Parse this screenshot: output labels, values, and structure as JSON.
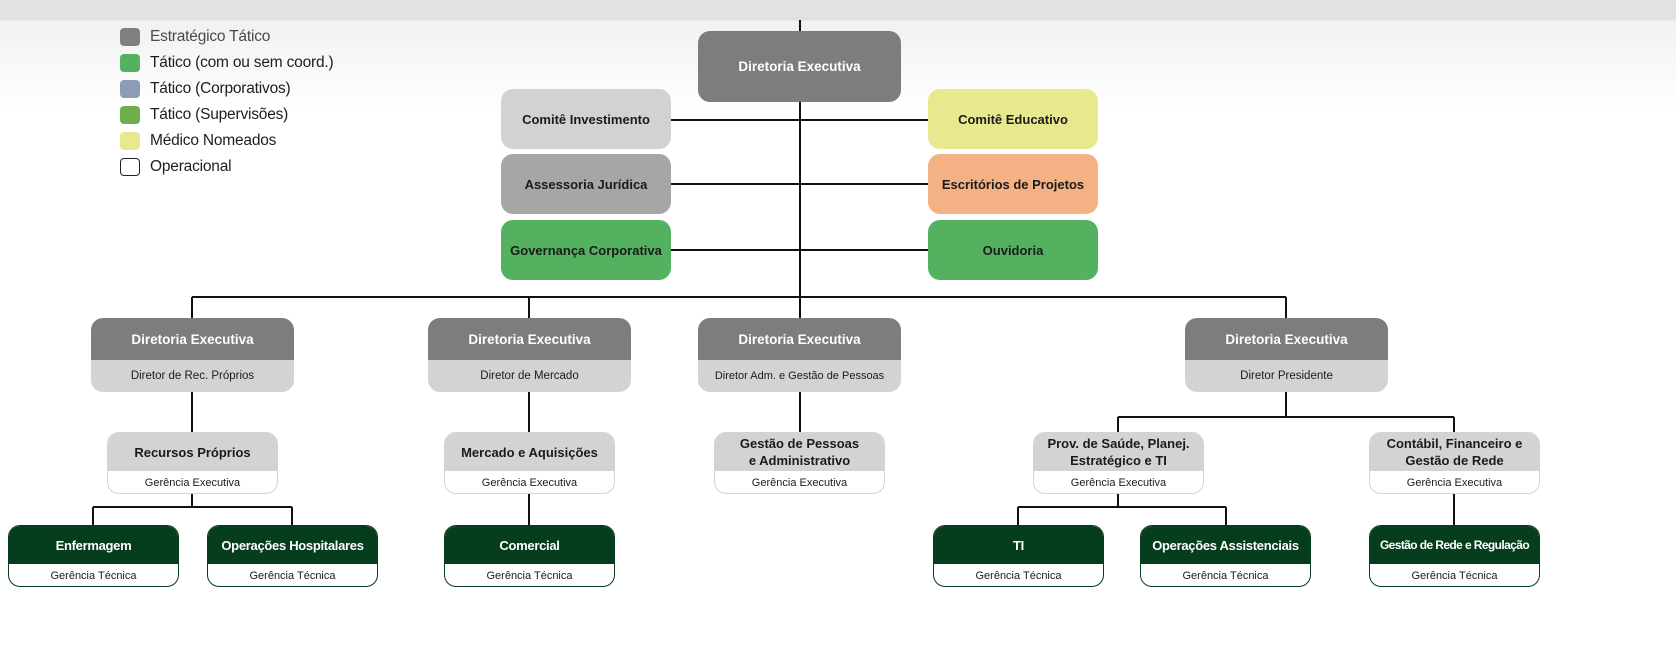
{
  "legend": [
    {
      "label": "Estratégico Tático",
      "color": "#808080"
    },
    {
      "label": "Tático (com ou sem coord.)",
      "color": "#53b160"
    },
    {
      "label": "Tático (Corporativos)",
      "color": "#8c9cb4"
    },
    {
      "label": "Tático (Supervisões)",
      "color": "#6eae4f"
    },
    {
      "label": "Médico Nomeados",
      "color": "#e8e88f"
    },
    {
      "label": "Operacional",
      "color": "#ffffff"
    }
  ],
  "top": {
    "title": "Diretoria Executiva",
    "left": [
      "Comitê Investimento",
      "Assessoria Jurídica",
      "Governança Corporativa"
    ],
    "right": [
      "Comitê Educativo",
      "Escritórios de Projetos",
      "Ouvidoria"
    ]
  },
  "colors": {
    "director_header": "#7d7d7d",
    "director_sub": "#d3d3d3",
    "comite_investimento": "#d3d2d3",
    "assessoria": "#a6a6a6",
    "governanca": "#53b160",
    "comite_educativo": "#e8e88f",
    "escritorios": "#f4b183",
    "ouvidoria": "#53b160",
    "gerencia_tecnica": "#063d1d"
  },
  "directors": [
    {
      "title": "Diretoria Executiva",
      "subtitle": "Diretor de Rec. Próprios"
    },
    {
      "title": "Diretoria Executiva",
      "subtitle": "Diretor de Mercado"
    },
    {
      "title": "Diretoria Executiva",
      "subtitle": "Diretor Adm. e Gestão de Pessoas"
    },
    {
      "title": "Diretoria Executiva",
      "subtitle": "Diretor Presidente"
    }
  ],
  "gerencias_executivas": [
    {
      "title": "Recursos Próprios",
      "subtitle": "Gerência Executiva"
    },
    {
      "title": "Mercado e Aquisições",
      "subtitle": "Gerência Executiva"
    },
    {
      "title": "Gestão de Pessoas e Administrativo",
      "subtitle": "Gerência Executiva"
    },
    {
      "title": "Prov. de Saúde, Planej. Estratégico e TI",
      "subtitle": "Gerência Executiva"
    },
    {
      "title": "Contábil, Financeiro e Gestão de Rede",
      "subtitle": "Gerência Executiva"
    }
  ],
  "gerencias_tecnicas": [
    {
      "title": "Enfermagem",
      "subtitle": "Gerência Técnica"
    },
    {
      "title": "Operações Hospitalares",
      "subtitle": "Gerência Técnica"
    },
    {
      "title": "Comercial",
      "subtitle": "Gerência Técnica"
    },
    {
      "title": "TI",
      "subtitle": "Gerência Técnica"
    },
    {
      "title": "Operações Assistenciais",
      "subtitle": "Gerência Técnica"
    },
    {
      "title": "Gestão de Rede e Regulação",
      "subtitle": "Gerência Técnica"
    }
  ]
}
